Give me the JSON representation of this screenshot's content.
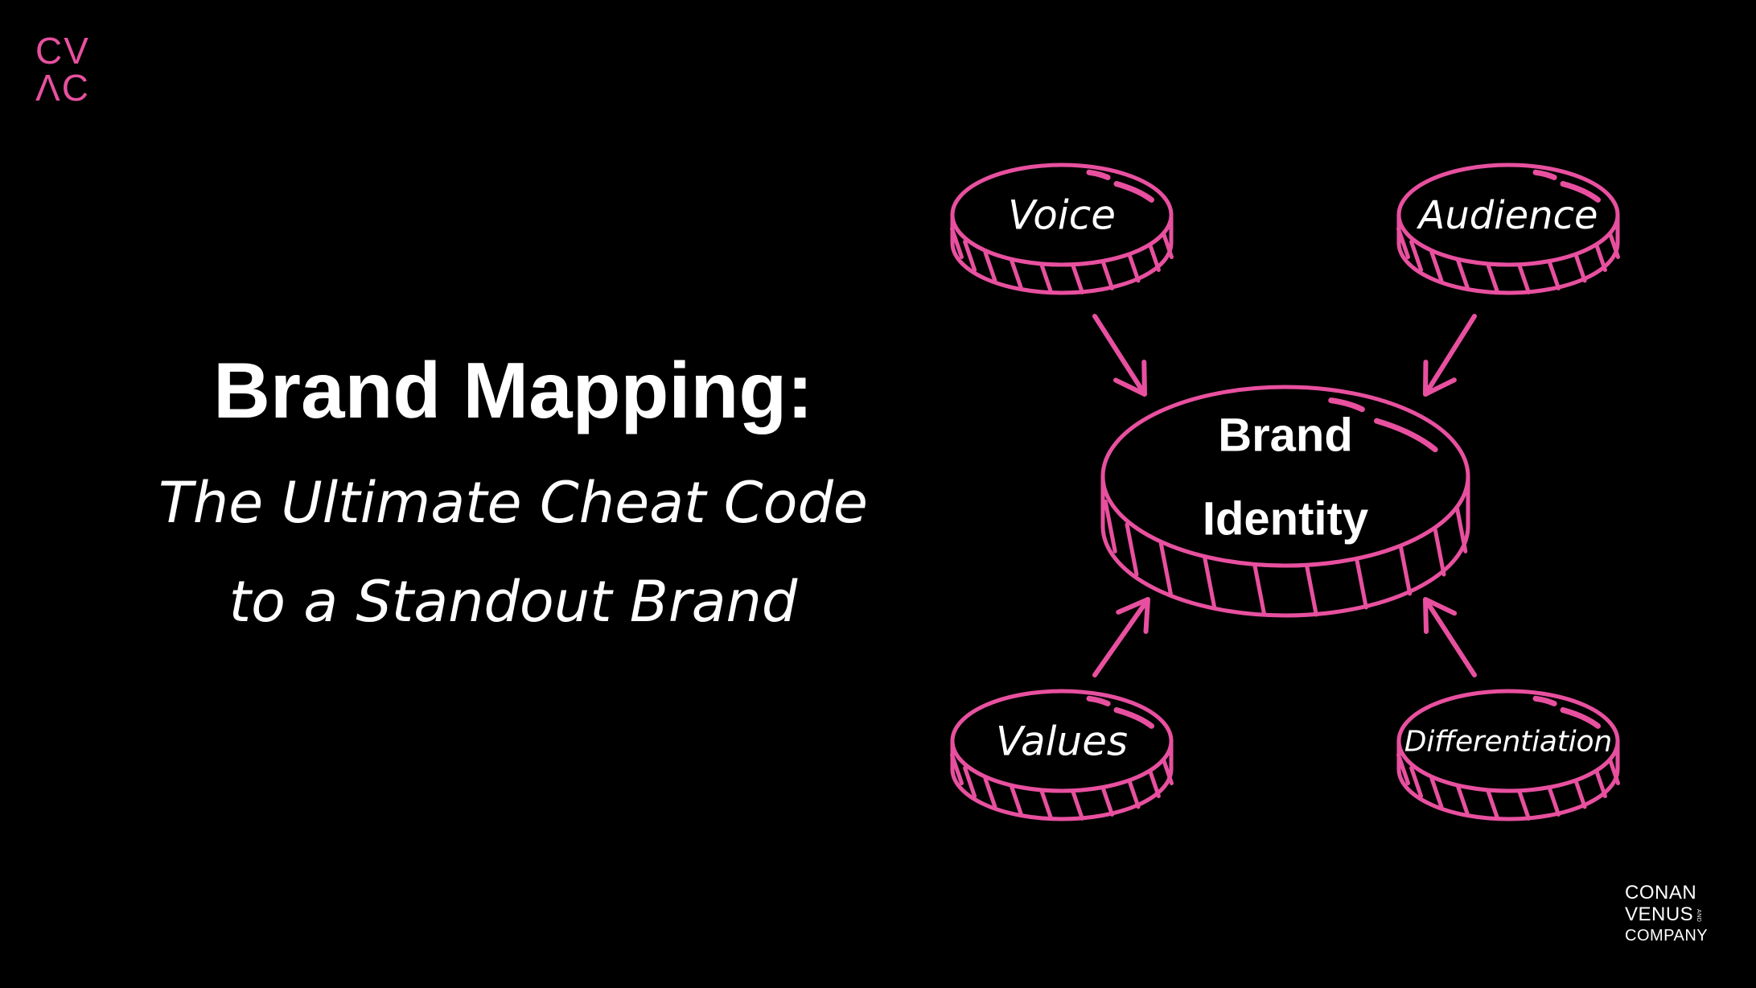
{
  "logo": {
    "line1": "CV",
    "line2": "ΛC"
  },
  "title": "Brand Mapping:",
  "subtitle": [
    "The Ultimate Cheat Code",
    "to a Standout Brand"
  ],
  "diagram": {
    "center": {
      "line1": "Brand",
      "line2": "Identity"
    },
    "nodes": [
      "Voice",
      "Audience",
      "Values",
      "Differentiation"
    ]
  },
  "company_logo": {
    "line1": "CONAN",
    "line2": "VENUS",
    "line3": "COMPANY",
    "and": "AND"
  },
  "colors": {
    "accent": "#e8509f",
    "background": "#000000",
    "text": "#ffffff"
  }
}
